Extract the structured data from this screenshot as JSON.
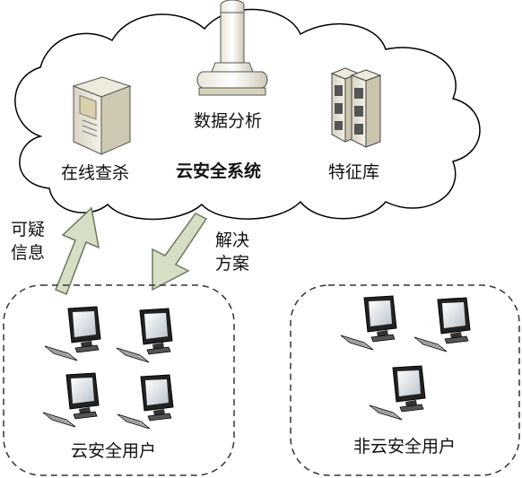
{
  "cloud": {
    "data_analysis_label": "数据分析",
    "online_scan_label": "在线查杀",
    "system_label": "云安全系统",
    "signature_db_label": "特征库"
  },
  "arrows": {
    "suspicious_info_line1": "可疑",
    "suspicious_info_line2": "信息",
    "solution_line1": "解决",
    "solution_line2": "方案"
  },
  "groups": {
    "cloud_users_label": "云安全用户",
    "non_cloud_users_label": "非云安全用户"
  },
  "colors": {
    "arrow_fill": "#d6dec6",
    "arrow_stroke": "#6b7a5a",
    "outline": "#000000"
  }
}
